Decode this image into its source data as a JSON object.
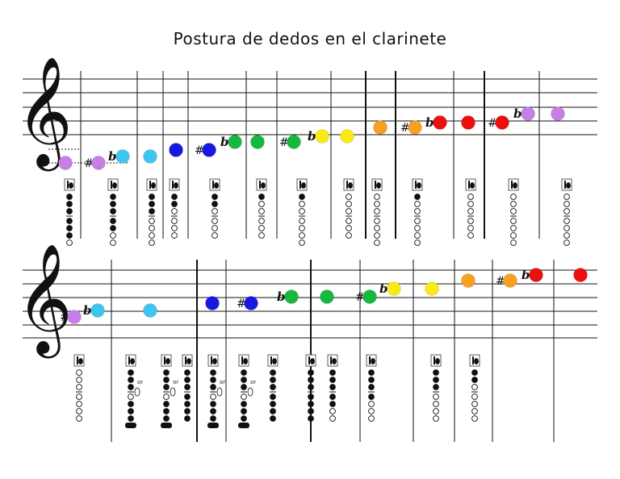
{
  "title": "Postura de dedos en el clarinete",
  "clef_glyph": "𝄞",
  "symbols": {
    "flat": "b",
    "sharp": "#",
    "or": "or"
  },
  "colors": {
    "purple": "#c77ee6",
    "cyan": "#3fc6ee",
    "blue": "#1818e0",
    "green": "#16b840",
    "yellow": "#f8ea14",
    "orange": "#f8a024",
    "red": "#ec0f0f"
  },
  "system1": {
    "notes": [
      {
        "color": "purple",
        "acc": ""
      },
      {
        "color": "purple",
        "acc": "#"
      },
      {
        "color": "cyan",
        "acc": "b"
      },
      {
        "color": "cyan",
        "acc": ""
      },
      {
        "color": "blue",
        "acc": ""
      },
      {
        "color": "blue",
        "acc": "#"
      },
      {
        "color": "green",
        "acc": "b"
      },
      {
        "color": "green",
        "acc": ""
      },
      {
        "color": "green",
        "acc": "#"
      },
      {
        "color": "yellow",
        "acc": "b"
      },
      {
        "color": "yellow",
        "acc": ""
      },
      {
        "color": "orange",
        "acc": ""
      },
      {
        "color": "orange",
        "acc": "#"
      },
      {
        "color": "red",
        "acc": "b"
      },
      {
        "color": "red",
        "acc": ""
      },
      {
        "color": "red",
        "acc": "#"
      },
      {
        "color": "purple",
        "acc": "b"
      },
      {
        "color": "purple",
        "acc": ""
      }
    ],
    "diagrams": [
      {
        "thumb": true,
        "holes": [
          1,
          1,
          1,
          1,
          1,
          1,
          0
        ]
      },
      {
        "thumb": true,
        "holes": [
          1,
          1,
          1,
          1,
          1,
          0,
          0
        ]
      },
      {
        "thumb": true,
        "holes": [
          1,
          1,
          1,
          0,
          0,
          0,
          0
        ]
      },
      {
        "thumb": true,
        "holes": [
          1,
          1,
          0,
          0,
          0,
          0
        ]
      },
      {
        "thumb": true,
        "holes": [
          1,
          1,
          0,
          0,
          0,
          0
        ]
      },
      {
        "thumb": true,
        "holes": [
          1,
          0,
          0,
          0,
          0,
          0
        ]
      },
      {
        "thumb": true,
        "holes": [
          1,
          0,
          0,
          0,
          0,
          0,
          0
        ]
      },
      {
        "thumb": true,
        "holes": [
          0,
          0,
          0,
          0,
          0,
          0
        ]
      },
      {
        "thumb": true,
        "holes": [
          0,
          0,
          0,
          0,
          0,
          0,
          0
        ]
      },
      {
        "thumb": true,
        "holes": [
          1,
          0,
          0,
          0,
          0,
          0,
          0
        ]
      },
      {
        "thumb": true,
        "holes": [
          0,
          0,
          0,
          0,
          0,
          0
        ]
      },
      {
        "thumb": true,
        "holes": [
          0,
          0,
          0,
          0,
          0,
          0,
          0
        ]
      },
      {
        "thumb": true,
        "holes": [
          0,
          0,
          0,
          0,
          0,
          0,
          0
        ]
      }
    ]
  },
  "system2": {
    "notes": [
      {
        "color": "purple",
        "acc": "#"
      },
      {
        "color": "cyan",
        "acc": "b"
      },
      {
        "color": "cyan",
        "acc": ""
      },
      {
        "color": "blue",
        "acc": ""
      },
      {
        "color": "blue",
        "acc": "#"
      },
      {
        "color": "green",
        "acc": "b"
      },
      {
        "color": "green",
        "acc": ""
      },
      {
        "color": "green",
        "acc": "#"
      },
      {
        "color": "yellow",
        "acc": "b"
      },
      {
        "color": "yellow",
        "acc": ""
      },
      {
        "color": "orange",
        "acc": ""
      },
      {
        "color": "orange",
        "acc": "#"
      },
      {
        "color": "red",
        "acc": "b"
      },
      {
        "color": "red",
        "acc": ""
      }
    ],
    "diagrams": [
      {
        "thumb": true,
        "holes": [
          0,
          0,
          0,
          0,
          0,
          0,
          0
        ],
        "alt": false
      },
      {
        "thumb": true,
        "holes": [
          1,
          1,
          1,
          0,
          1,
          1,
          1
        ],
        "alt": true
      },
      {
        "thumb": true,
        "holes": [
          1,
          1,
          1,
          0,
          1,
          1,
          1
        ],
        "alt": true
      },
      {
        "thumb": true,
        "holes": [
          1,
          1,
          1,
          1,
          1,
          1,
          1
        ],
        "alt": false
      },
      {
        "thumb": true,
        "holes": [
          1,
          1,
          1,
          0,
          1,
          1,
          1
        ],
        "alt": true
      },
      {
        "thumb": true,
        "holes": [
          1,
          1,
          1,
          0,
          1,
          1,
          1
        ],
        "alt": true
      },
      {
        "thumb": true,
        "holes": [
          1,
          1,
          1,
          1,
          1,
          1,
          1
        ],
        "alt": false
      },
      {
        "thumb": true,
        "holes": [
          1,
          1,
          1,
          1,
          1,
          1,
          1
        ],
        "alt": false
      },
      {
        "thumb": true,
        "holes": [
          1,
          1,
          1,
          1,
          1,
          0,
          0
        ],
        "alt": false
      },
      {
        "thumb": true,
        "holes": [
          1,
          1,
          1,
          1,
          0,
          0,
          0
        ],
        "alt": false
      },
      {
        "thumb": true,
        "holes": [
          1,
          1,
          1,
          0,
          0,
          0,
          0
        ],
        "alt": false
      },
      {
        "thumb": true,
        "holes": [
          1,
          1,
          0,
          0,
          0,
          0,
          0
        ],
        "alt": false
      }
    ]
  }
}
